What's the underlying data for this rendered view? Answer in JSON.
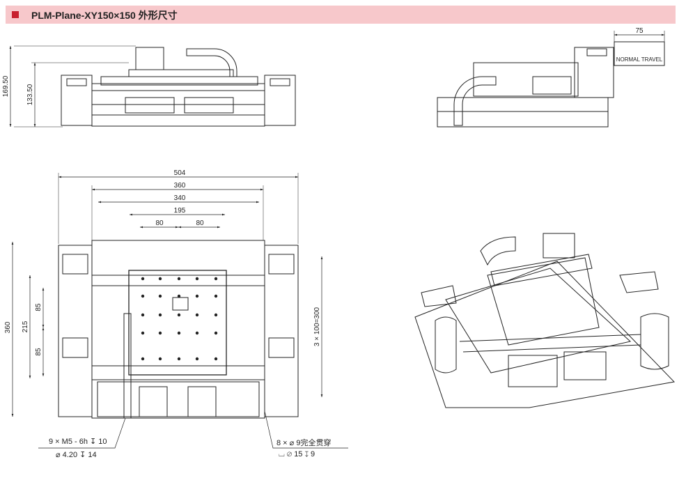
{
  "header": {
    "title": "PLM-Plane-XY150×150 外形尺寸",
    "accent": "#c8202e",
    "band": "#f7c8cb"
  },
  "front_view": {
    "dim_height": "169.50",
    "dim_height_inner": "133.50"
  },
  "side_view": {
    "dim_travel": "75",
    "travel_label": "NORMAL TRAVEL"
  },
  "top_view": {
    "dim_504": "504",
    "dim_360": "360",
    "dim_340": "340",
    "dim_195": "195",
    "dim_80a": "80",
    "dim_80b": "80",
    "dim_left_360": "360",
    "dim_215": "215",
    "dim_85a": "85",
    "dim_85b": "85",
    "dim_right": "3 × 100=300"
  },
  "notes": {
    "thread_line1": "9 × M5 - 6h ↧ 10",
    "thread_line2": "⌀ 4.20 ↧ 14",
    "hole_line1": "8 × ⌀ 9完全贯穿",
    "hole_line2": "⌴ ⌀ 15 ↧ 9"
  }
}
